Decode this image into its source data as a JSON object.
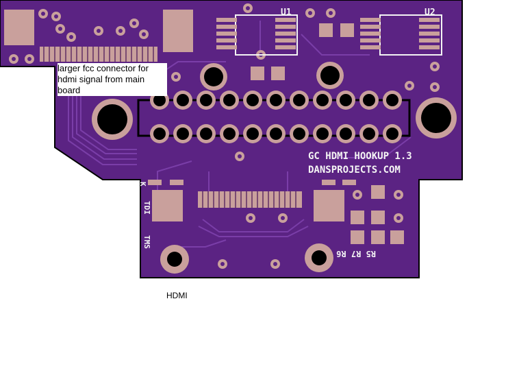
{
  "annotations": {
    "connector_note": "larger fcc connector for hdmi signal from main board",
    "hdmi_label": "HDMI"
  },
  "silkscreen": {
    "u1": "U1",
    "u2": "U2",
    "board_name": "GC HDMI HOOKUP 1.3",
    "website": "DANSPROJECTS.COM",
    "tdi": "TDI",
    "tms": "TMS",
    "tck_partial": "K",
    "resistors": "R5 R7 R6"
  },
  "colors": {
    "board": "#5b2383",
    "board_edge": "#4a1a6b",
    "trace": "#7a3ea8",
    "pad": "#c9a09c",
    "outline": "#000000",
    "silkscreen": "#f4f4f4"
  }
}
